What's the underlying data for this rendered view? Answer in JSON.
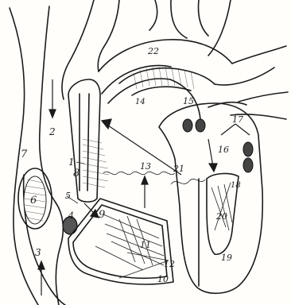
{
  "diagram": {
    "labels": {
      "l1": "1",
      "l2": "2",
      "l3": "3",
      "l4": "4",
      "l5": "5",
      "l6": "6",
      "l7": "7",
      "l8": "8",
      "l9": "9",
      "l10": "10",
      "l11": "11",
      "l12": "12",
      "l13": "13",
      "l14": "14",
      "l15": "15",
      "l16": "16",
      "l17": "17",
      "l18": "18",
      "l19": "19",
      "l20": "20",
      "l21": "21",
      "l22": "22"
    }
  },
  "colors": {
    "ink": "#1b1b1b",
    "paper": "#fffefb"
  }
}
